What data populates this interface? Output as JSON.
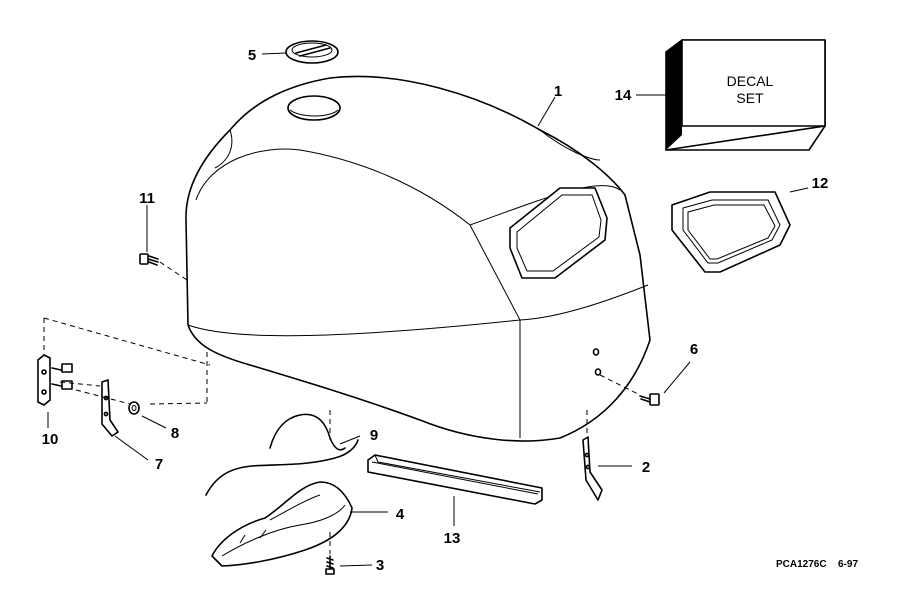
{
  "labels": {
    "p1": "1",
    "p2": "2",
    "p3": "3",
    "p4": "4",
    "p5": "5",
    "p6": "6",
    "p7": "7",
    "p8": "8",
    "p9": "9",
    "p10": "10",
    "p11": "11",
    "p12": "12",
    "p13": "13",
    "p14": "14"
  },
  "decal_box": {
    "line1": "DECAL",
    "line2": "SET"
  },
  "footer": {
    "code": "PCA1276C",
    "date": "6-97"
  }
}
